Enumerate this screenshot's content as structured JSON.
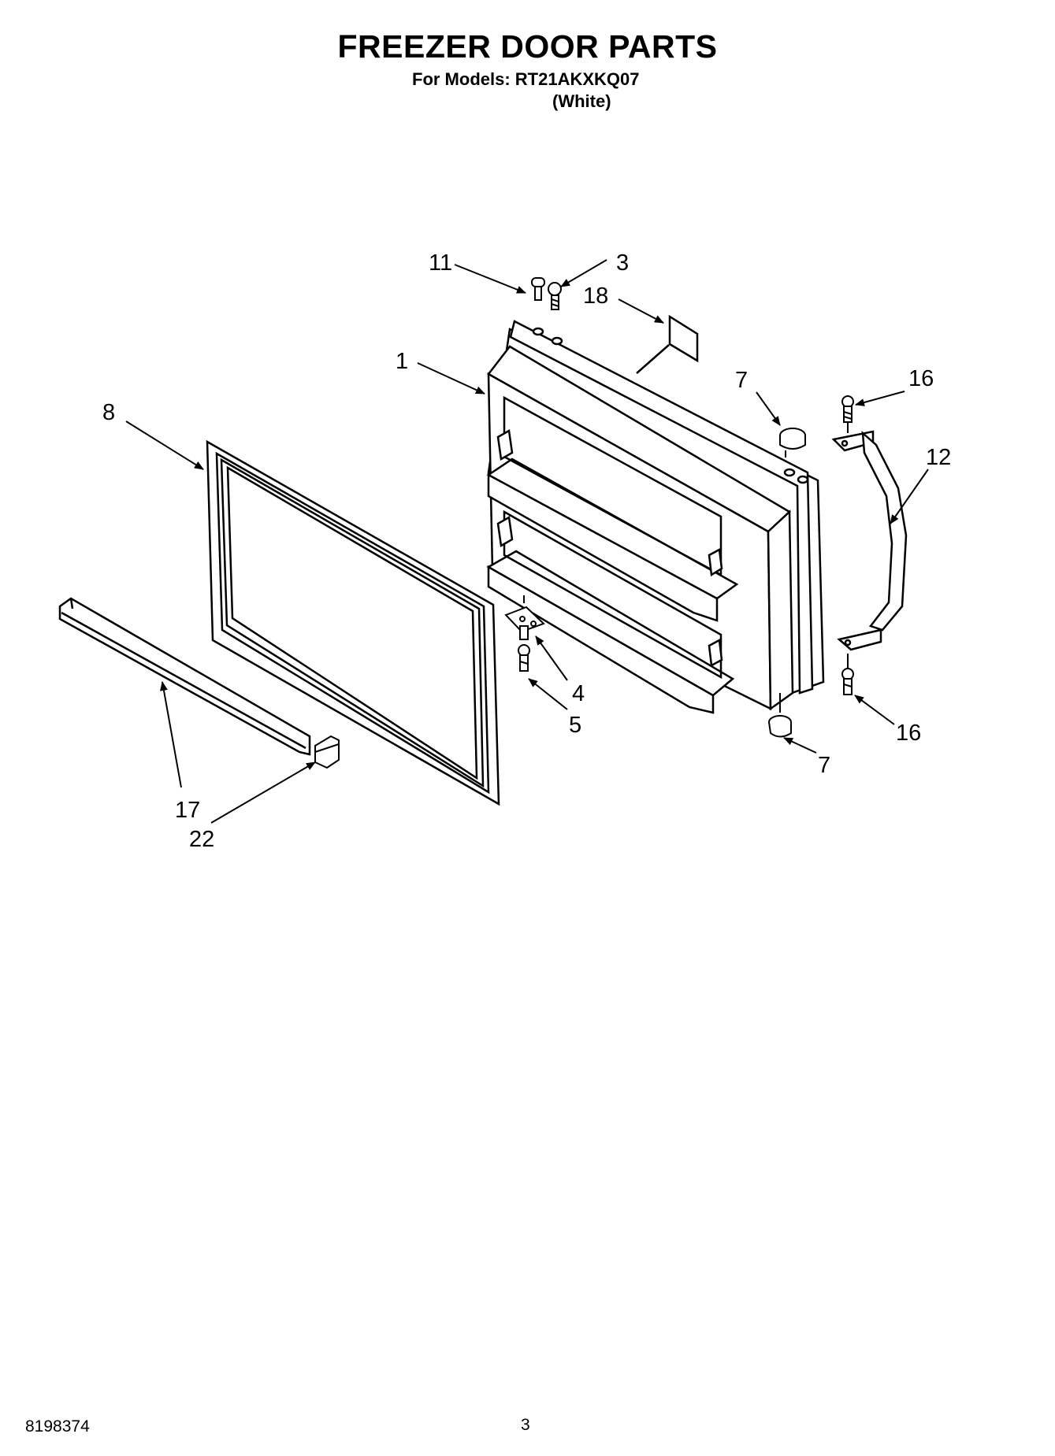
{
  "header": {
    "title": "FREEZER DOOR PARTS",
    "models": "For Models: RT21AKXKQ07",
    "color": "(White)"
  },
  "callouts": [
    {
      "id": "c11",
      "text": "11"
    },
    {
      "id": "c3",
      "text": "3"
    },
    {
      "id": "c18",
      "text": "18"
    },
    {
      "id": "c1",
      "text": "1"
    },
    {
      "id": "c7a",
      "text": "7"
    },
    {
      "id": "c16a",
      "text": "16"
    },
    {
      "id": "c8",
      "text": "8"
    },
    {
      "id": "c12",
      "text": "12"
    },
    {
      "id": "c4",
      "text": "4"
    },
    {
      "id": "c5",
      "text": "5"
    },
    {
      "id": "c16b",
      "text": "16"
    },
    {
      "id": "c7b",
      "text": "7"
    },
    {
      "id": "c17",
      "text": "17"
    },
    {
      "id": "c22",
      "text": "22"
    }
  ],
  "footer": {
    "doc_number": "8198374",
    "page": "3"
  }
}
